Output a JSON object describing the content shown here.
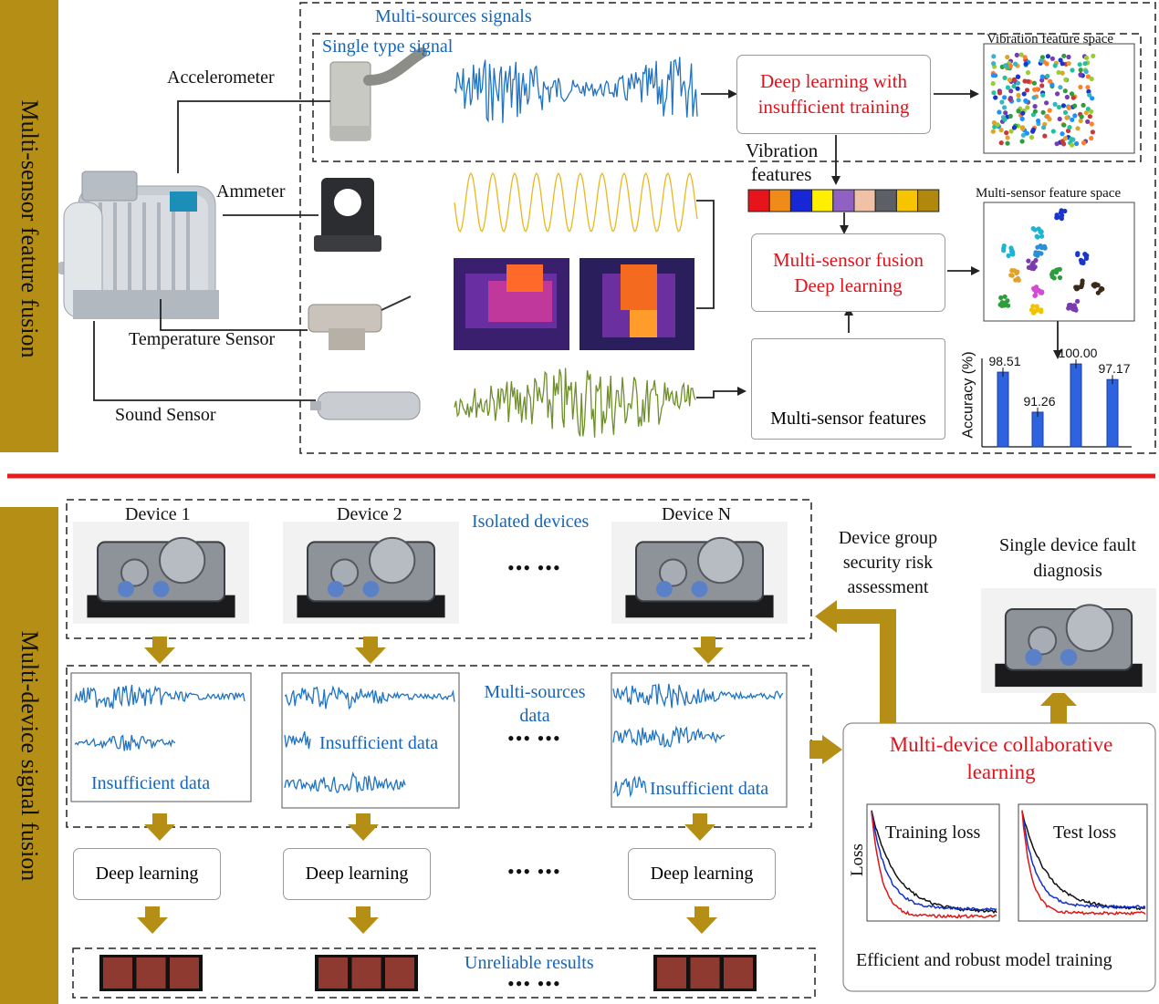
{
  "sections": {
    "top_title": "Multi-sensor feature fusion",
    "bottom_title": "Multi-device signal fusion"
  },
  "top": {
    "multi_sources_signals": "Multi-sources signals",
    "single_type_signal": "Single type signal",
    "sensors": {
      "accelerometer": "Accelerometer",
      "ammeter": "Ammeter",
      "temperature": "Temperature Sensor",
      "sound": "Sound Sensor"
    },
    "dl_insufficient": [
      "Deep learning with",
      "insufficient training"
    ],
    "vibration_features": [
      "Vibration",
      "features"
    ],
    "vibration_feature_space": "Vibration feature space",
    "fusion_box": [
      "Multi-sensor fusion",
      "Deep learning"
    ],
    "multi_sensor_feature_space": "Multi-sensor feature space",
    "multi_sensor_features": "Multi-sensor features",
    "feature_colors": [
      "#e8141b",
      "#f08a19",
      "#1727d6",
      "#ffee00",
      "#8e61c2",
      "#f0c2a5",
      "#5c5f66",
      "#f6c400",
      "#b0880d"
    ],
    "feature_grid_colors": [
      [
        "#f6c400",
        "#d44bd3",
        "#1fa84e",
        "#1aa6c9",
        "#6a14d6",
        "#f6c400",
        "#f6c400",
        "#1fa84e"
      ],
      [
        "#d97de6",
        "#f6c400",
        "#f6c400",
        "#3aa3c9",
        "#f6c400",
        "#a03c3c",
        "#f6c400",
        "#a03c3c"
      ],
      [
        "#6a14d6",
        "#1fa84e",
        "#6a14d6",
        "#1fa84e",
        "#f6c400",
        "#1fa84e",
        "#3aa3c9",
        "#6a14d6"
      ]
    ],
    "accuracy_label": "Accuracy (%)"
  },
  "bottom": {
    "devices": [
      "Device 1",
      "Device 2",
      "Device N"
    ],
    "isolated_devices": "Isolated devices",
    "multi_sources_data": [
      "Multi-sources",
      "data"
    ],
    "insufficient_data": "Insufficient data",
    "deep_learning": "Deep learning",
    "unreliable_results": "Unreliable results",
    "ellipsis": "•••  •••",
    "group_risk": [
      "Device group",
      "security risk",
      "assessment"
    ],
    "single_fault": [
      "Single device fault",
      "diagnosis"
    ],
    "collab_title": [
      "Multi-device collaborative",
      "learning"
    ],
    "training_loss": "Training loss",
    "test_loss": "Test loss",
    "loss_axis": "Loss",
    "efficient_training": "Efficient and robust model training"
  },
  "colors": {
    "accent_gold": "#b58f15",
    "divider_red": "#e61b1b",
    "signal_blue": "#1f73c2",
    "signal_yellow": "#e8b820",
    "signal_green": "#6f8f2a",
    "result_block": "#8e3a30",
    "title_red": "#e0121b",
    "label_blue": "#1565b8"
  },
  "chart_data": {
    "type": "bar",
    "categories": [
      "",
      "",
      "",
      ""
    ],
    "values": [
      98.51,
      91.26,
      100.0,
      97.17
    ],
    "ylabel": "Accuracy (%)",
    "ylim": [
      85,
      101
    ]
  }
}
